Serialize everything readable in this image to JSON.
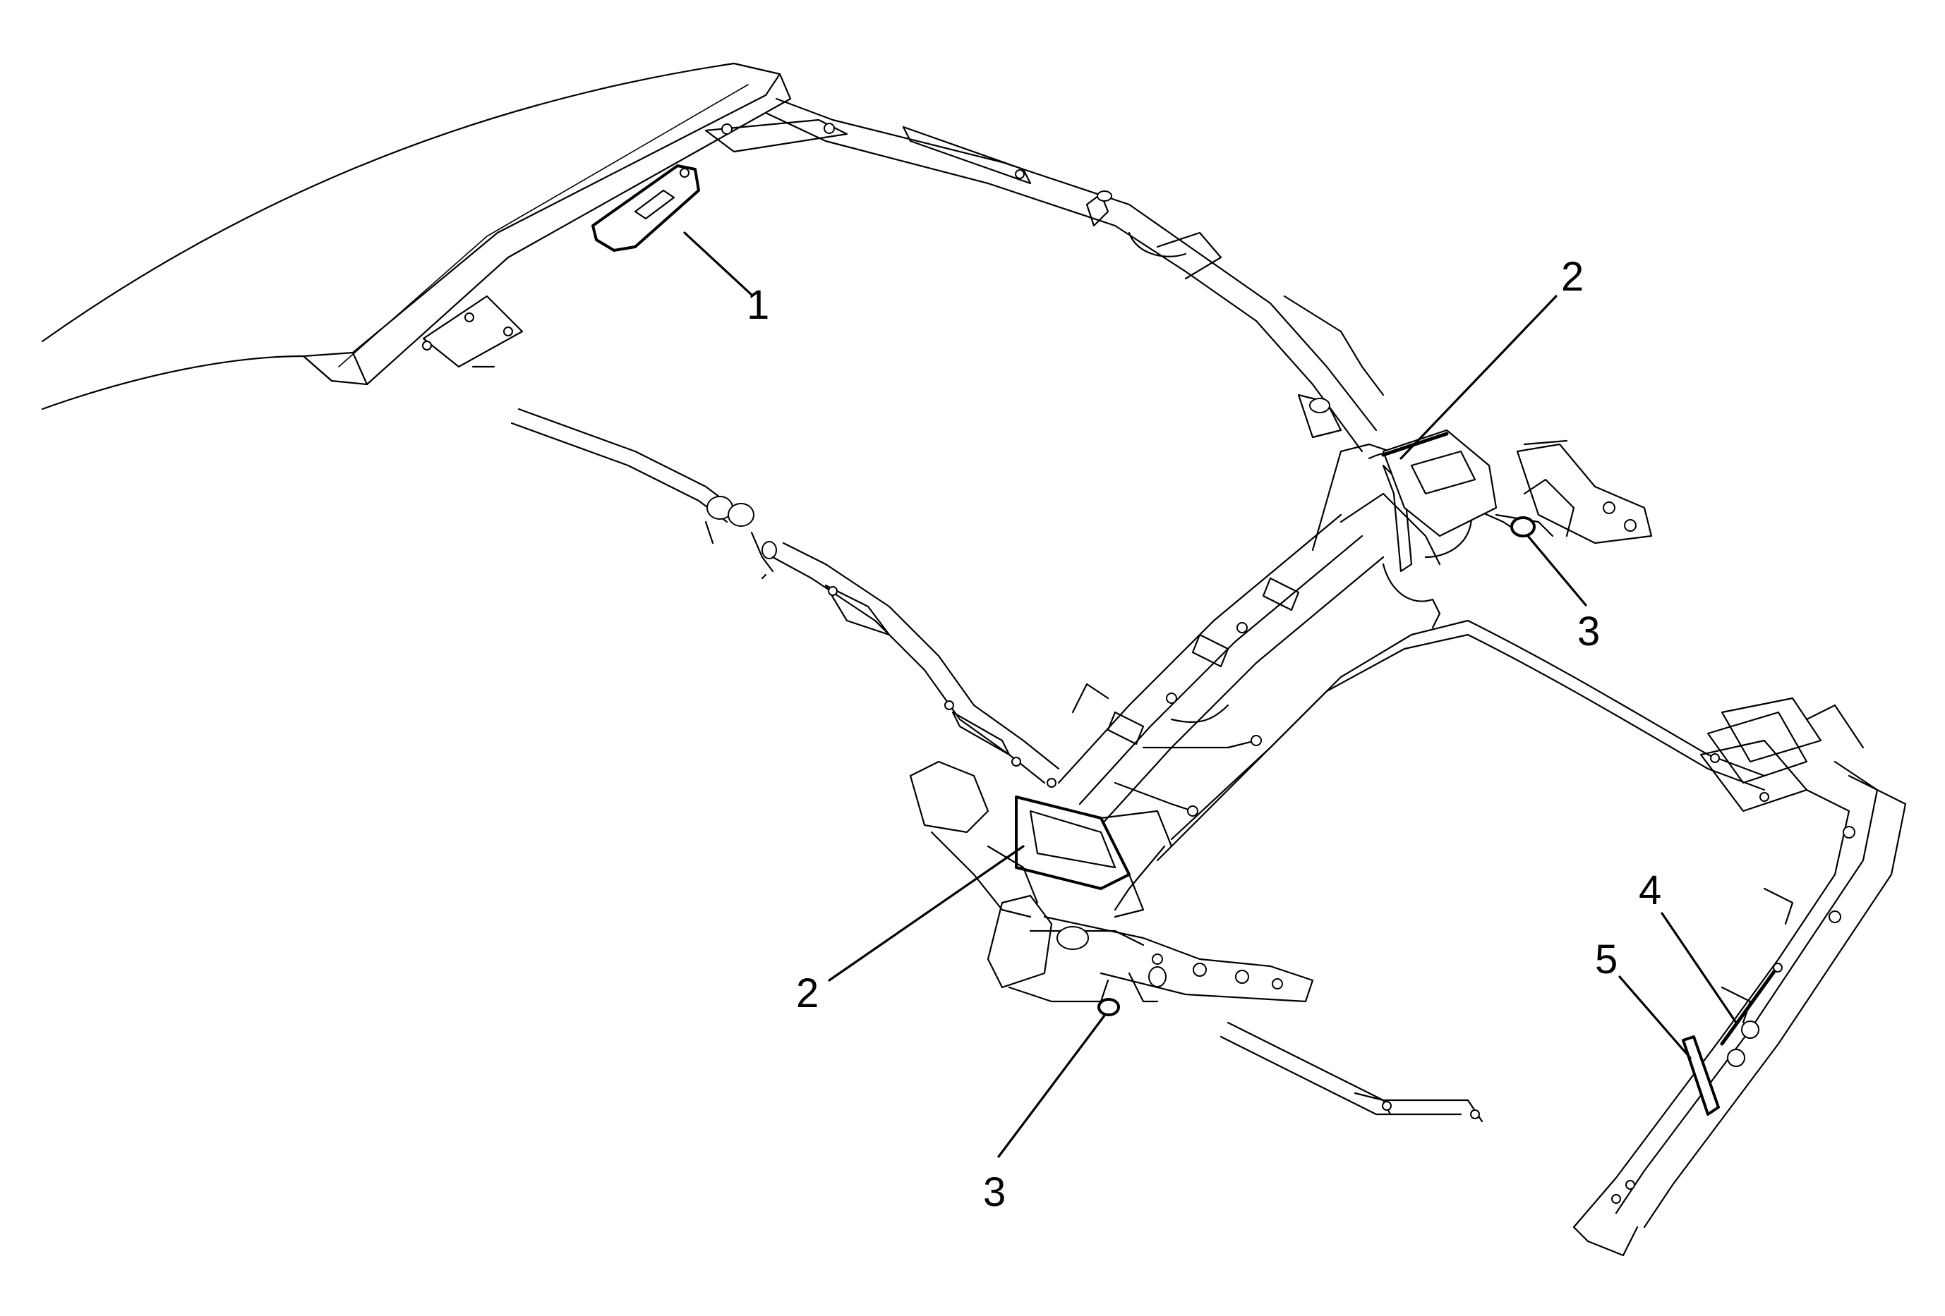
{
  "diagram": {
    "callouts": [
      {
        "label": "1",
        "part": "left-bracket"
      },
      {
        "label": "2",
        "part": "right-upper-actuator"
      },
      {
        "label": "2",
        "part": "left-lower-actuator"
      },
      {
        "label": "3",
        "part": "right-upper-pin"
      },
      {
        "label": "3",
        "part": "left-lower-pin"
      },
      {
        "label": "4",
        "part": "rod"
      },
      {
        "label": "5",
        "part": "clip"
      }
    ]
  }
}
